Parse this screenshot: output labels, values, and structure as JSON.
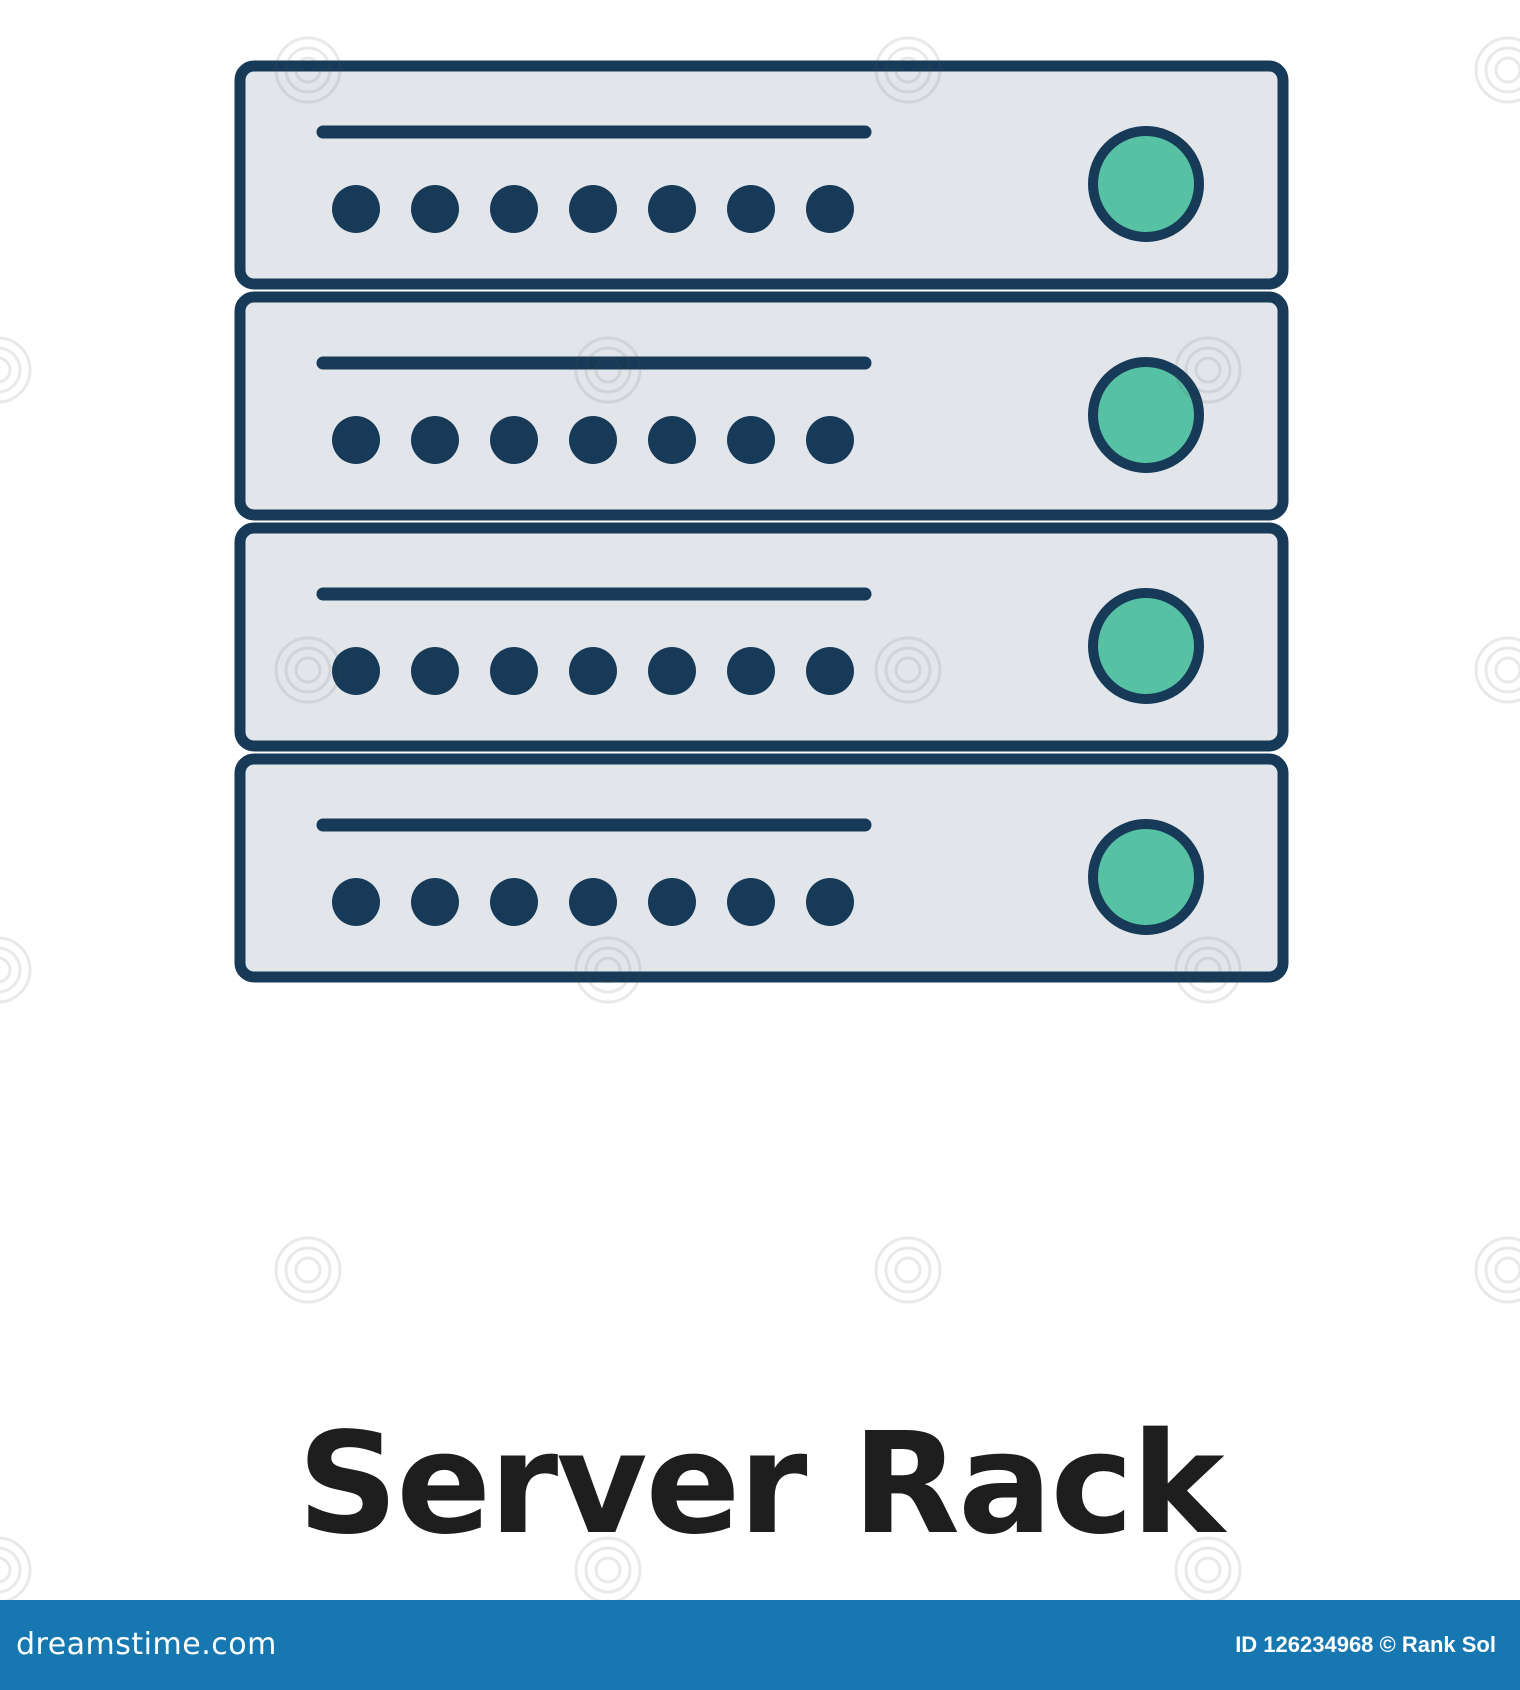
{
  "image": {
    "title": "Server Rack",
    "footer": {
      "brand": "dreamstime.com",
      "credit": "ID 126234968 © Rank Sol"
    },
    "rack": {
      "unit_count": 4,
      "indicator_dots_per_unit": 7
    }
  },
  "colors": {
    "background": "#ffffff",
    "outline": "#163a57",
    "panel_fill": "#e2e6ea",
    "led_fill": "#56c1a3",
    "title_text": "#1e1e1e",
    "footer_bar": "#1677b1",
    "footer_text": "#ffffff"
  }
}
